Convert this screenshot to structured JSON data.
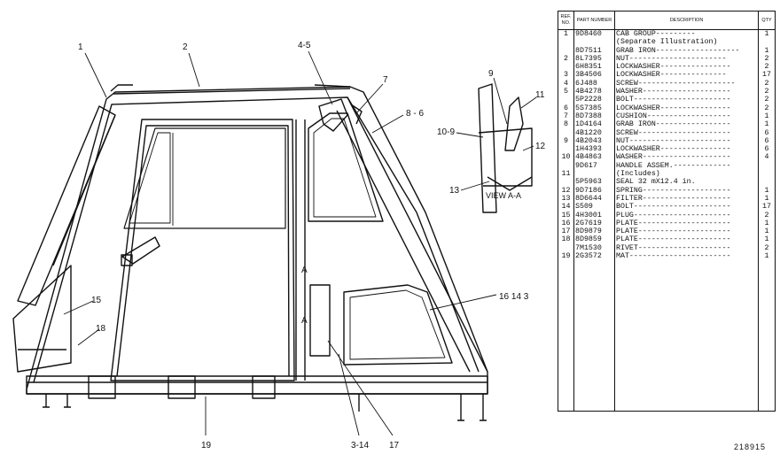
{
  "callouts": {
    "c1": "1",
    "c2": "2",
    "c45": "4-5",
    "c7": "7",
    "c86": "8 - 6",
    "c9": "9",
    "c11": "11",
    "c109": "10-9",
    "c12": "12",
    "c13": "13",
    "c15": "15",
    "c18": "18",
    "c16": "16 14 3",
    "c19": "19",
    "c314": "3-14",
    "c17": "17",
    "sec1": "A",
    "sec2": "A"
  },
  "view_label": "VIEW A-A",
  "table": {
    "headers": {
      "ref": "REF. NO.",
      "part": "PART NUMBER",
      "desc": "DESCRIPTION",
      "qty": "QTY"
    },
    "rows": [
      {
        "ref": "1",
        "part": "9D8460",
        "desc": "CAB GROUP---------",
        "qty": "1"
      },
      {
        "ref": "",
        "part": "",
        "desc": "(Separate Illustration)",
        "qty": ""
      },
      {
        "ref": "",
        "part": "8D7511",
        "desc": "GRAB IRON-------------------",
        "qty": "1"
      },
      {
        "ref": "2",
        "part": "8L7395",
        "desc": "NUT----------------------",
        "qty": "2"
      },
      {
        "ref": "",
        "part": "6H8351",
        "desc": "LOCKWASHER----------------",
        "qty": "2"
      },
      {
        "ref": "3",
        "part": "3B4506",
        "desc": "LOCKWASHER---------------",
        "qty": "17"
      },
      {
        "ref": "4",
        "part": "6J488",
        "desc": "SCREW----------------------",
        "qty": "2"
      },
      {
        "ref": "5",
        "part": "4B4278",
        "desc": "WASHER--------------------",
        "qty": "2"
      },
      {
        "ref": "",
        "part": "5P2228",
        "desc": "BOLT----------------------",
        "qty": "2"
      },
      {
        "ref": "6",
        "part": "5S7385",
        "desc": "LOCKWASHER----------------",
        "qty": "2"
      },
      {
        "ref": "7",
        "part": "8D7388",
        "desc": "CUSHION-------------------",
        "qty": "1"
      },
      {
        "ref": "8",
        "part": "1D4164",
        "desc": "GRAB IRON-----------------",
        "qty": "1"
      },
      {
        "ref": "",
        "part": "4B1220",
        "desc": "SCREW---------------------",
        "qty": "6"
      },
      {
        "ref": "9",
        "part": "4B2043",
        "desc": "NUT-----------------------",
        "qty": "6"
      },
      {
        "ref": "",
        "part": "1H4393",
        "desc": "LOCKWASHER----------------",
        "qty": "6"
      },
      {
        "ref": "10",
        "part": "4B4863",
        "desc": "WASHER--------------------",
        "qty": "4"
      },
      {
        "ref": "",
        "part": "9D617",
        "desc": "HANDLE ASSEM.-------------",
        "qty": ""
      },
      {
        "ref": "11",
        "part": "",
        "desc": "(Includes)",
        "qty": ""
      },
      {
        "ref": "",
        "part": "5P5963",
        "desc": "SEAL          32 mX12.4 in.",
        "qty": ""
      },
      {
        "ref": "12",
        "part": "9D7186",
        "desc": "SPRING--------------------",
        "qty": "1"
      },
      {
        "ref": "13",
        "part": "8D6644",
        "desc": "FILTER--------------------",
        "qty": "1"
      },
      {
        "ref": "14",
        "part": "S509",
        "desc": "BOLT----------------------",
        "qty": "17"
      },
      {
        "ref": "15",
        "part": "4H3001",
        "desc": "PLUG----------------------",
        "qty": "2"
      },
      {
        "ref": "16",
        "part": "2G7619",
        "desc": "PLATE---------------------",
        "qty": "1"
      },
      {
        "ref": "17",
        "part": "8D9879",
        "desc": "PLATE---------------------",
        "qty": "1"
      },
      {
        "ref": "18",
        "part": "8D9859",
        "desc": "PLATE---------------------",
        "qty": "1"
      },
      {
        "ref": "",
        "part": "7M1530",
        "desc": "RIVET---------------------",
        "qty": "2"
      },
      {
        "ref": "19",
        "part": "2G3572",
        "desc": "MAT-----------------------",
        "qty": "1"
      }
    ]
  },
  "figure_number": "218915"
}
